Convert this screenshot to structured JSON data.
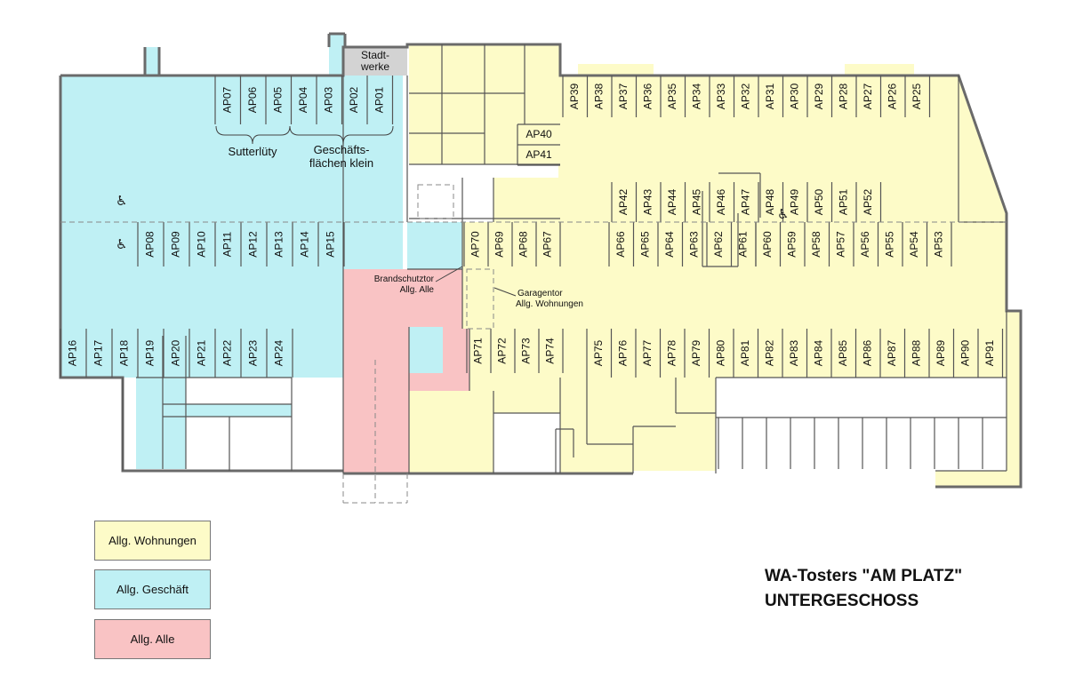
{
  "colors": {
    "wohnungen": "#fdfbc8",
    "geschaeft": "#bff0f4",
    "alle": "#f9c3c4",
    "stadtwerke": "#d3d3d3",
    "wall": "#6a6a6a",
    "line": "#555555"
  },
  "labels": {
    "stadtwerke_1": "Stadt-",
    "stadtwerke_2": "werke",
    "sutterlueti": "Sutterlüty",
    "geschaeft_klein_1": "Geschäfts-",
    "geschaeft_klein_2": "flächen klein",
    "brandschutz_1": "Brandschutztor",
    "brandschutz_2": "Allg. Alle",
    "garagentor_1": "Garagentor",
    "garagentor_2": "Allg. Wohnungen"
  },
  "parking": {
    "top_row_left": [
      "AP07",
      "AP06",
      "AP05",
      "AP04",
      "AP03",
      "AP02",
      "AP01"
    ],
    "top_row_right": [
      "AP39",
      "AP38",
      "AP37",
      "AP36",
      "AP35",
      "AP34",
      "AP33",
      "AP32",
      "AP31",
      "AP30",
      "AP29",
      "AP28",
      "AP27",
      "AP26",
      "AP25"
    ],
    "side": [
      "AP40",
      "AP41"
    ],
    "mid_upper": [
      "AP42",
      "AP43",
      "AP44",
      "AP45",
      "AP46",
      "AP47",
      "AP48",
      "AP49",
      "AP50",
      "AP51",
      "AP52"
    ],
    "mid_lower_left": [
      "AP08",
      "AP09",
      "AP10",
      "AP11",
      "AP12",
      "AP13",
      "AP14",
      "AP15"
    ],
    "mid_lower_center": [
      "AP70",
      "AP69",
      "AP68",
      "AP67"
    ],
    "mid_lower_right": [
      "AP66",
      "AP65",
      "AP64",
      "AP63",
      "AP62",
      "AP61",
      "AP60",
      "AP59",
      "AP58",
      "AP57",
      "AP56",
      "AP55",
      "AP54",
      "AP53"
    ],
    "bottom_left": [
      "AP16",
      "AP17",
      "AP18",
      "AP19",
      "AP20",
      "AP21",
      "AP22",
      "AP23",
      "AP24"
    ],
    "bottom_center": [
      "AP71",
      "AP72",
      "AP73",
      "AP74"
    ],
    "bottom_right": [
      "AP75",
      "AP76",
      "AP77",
      "AP78",
      "AP79",
      "AP80",
      "AP81",
      "AP82",
      "AP83",
      "AP84",
      "AP85",
      "AP86",
      "AP87",
      "AP88",
      "AP89",
      "AP90",
      "AP91"
    ]
  },
  "legend": [
    {
      "label": "Allg. Wohnungen",
      "color": "#fdfbc8"
    },
    {
      "label": "Allg. Geschäft",
      "color": "#bff0f4"
    },
    {
      "label": "Allg. Alle",
      "color": "#f9c3c4"
    }
  ],
  "title": {
    "line1": "WA-Tosters \"AM PLATZ\"",
    "line2": "UNTERGESCHOSS"
  }
}
